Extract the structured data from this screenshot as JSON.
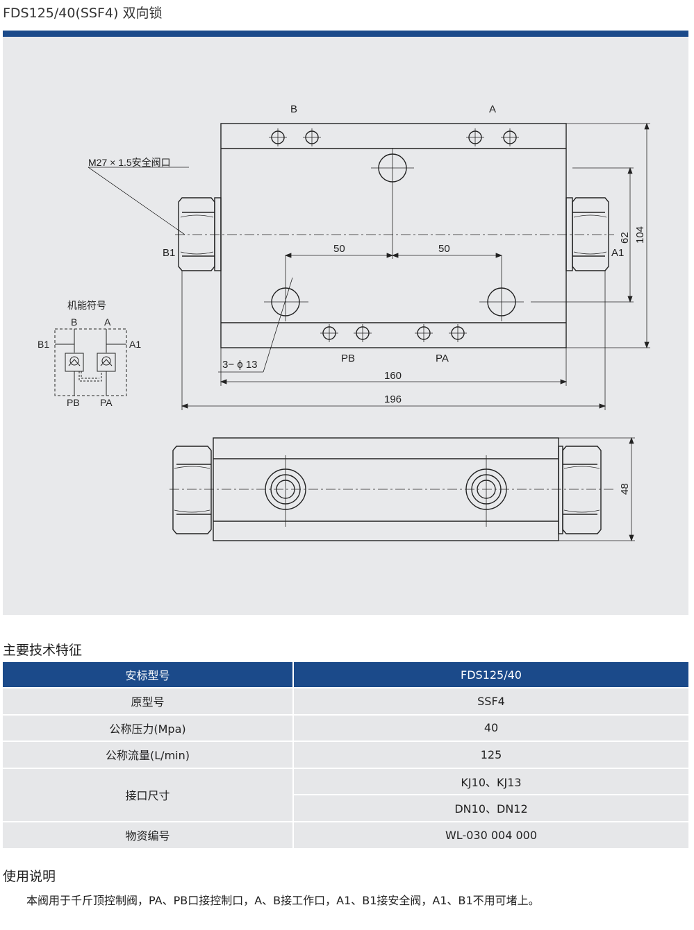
{
  "page_title": "FDS125/40(SSF4) 双向锁",
  "drawing": {
    "port_b": "B",
    "port_a": "A",
    "safety_port_note": "M27 × 1.5安全阀口",
    "port_b1": "B1",
    "port_a1": "A1",
    "dim_50_left": "50",
    "dim_50_right": "50",
    "dim_62": "62",
    "dim_104": "104",
    "dim_160": "160",
    "dim_196": "196",
    "dim_48": "48",
    "holes_note": "3− ϕ 13",
    "port_pb": "PB",
    "port_pa": "PA",
    "symbol": {
      "title": "机能符号",
      "b": "B",
      "a": "A",
      "b1": "B1",
      "a1": "A1",
      "pb": "PB",
      "pa": "PA"
    }
  },
  "specs": {
    "section_title": "主要技术特征",
    "header": [
      "安标型号",
      "FDS125/40"
    ],
    "rows": [
      {
        "label": "原型号",
        "value": "SSF4"
      },
      {
        "label": "公称压力(Mpa)",
        "value": "40"
      },
      {
        "label": "公称流量(L/min)",
        "value": "125"
      },
      {
        "label": "接口尺寸",
        "values": [
          "KJ10、KJ13",
          "DN10、DN12"
        ]
      },
      {
        "label": "物资编号",
        "value": "WL-030 004 000"
      }
    ]
  },
  "usage": {
    "section_title": "使用说明",
    "text": "本阀用于千斤顶控制阀，PA、PB口接控制口，A、B接工作口，A1、B1接安全阀，A1、B1不用可堵上。"
  }
}
